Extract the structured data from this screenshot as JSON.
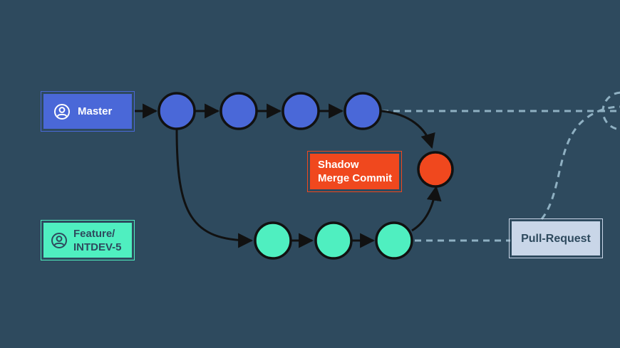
{
  "colors": {
    "background": "#2e4a5e",
    "master": "#4a68d8",
    "feature": "#4fefc0",
    "shadow_merge": "#f0481e",
    "pull_request_fill": "#c9d6e8",
    "pull_request_text": "#2e4a5e",
    "outline": "#111111",
    "dashed": "#8fb0c2"
  },
  "labels": {
    "master": "Master",
    "feature": "Feature/\nINTDEV-5",
    "shadow_merge": "Shadow\nMerge Commit",
    "pull_request": "Pull-Request"
  },
  "icons": {
    "master": "user-circle-icon",
    "feature": "user-circle-icon"
  },
  "graph": {
    "master_commits": 4,
    "feature_commits": 3,
    "merge_commits": 1
  }
}
